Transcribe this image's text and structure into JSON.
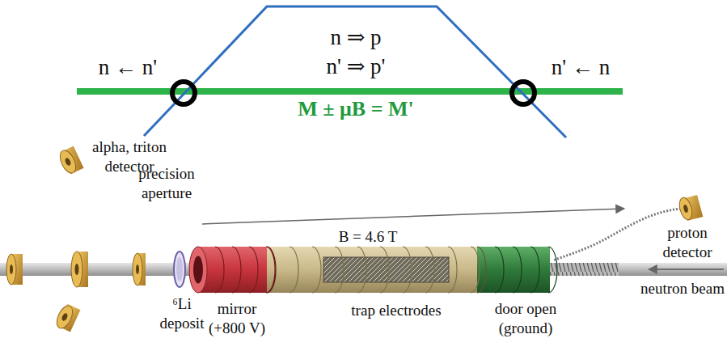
{
  "diagram": {
    "labels": [
      "n ⇒ p",
      "n' ⇒ p'",
      "n ← n'",
      "n' ← n",
      "M ± μB = M'",
      "alpha, triton detector",
      "precision aperture",
      "B = 4.6 T",
      "proton detector",
      "⁶Li deposit",
      "mirror (+800 V)",
      "trap electrodes",
      "door open (ground)",
      "neutron beam"
    ]
  }
}
